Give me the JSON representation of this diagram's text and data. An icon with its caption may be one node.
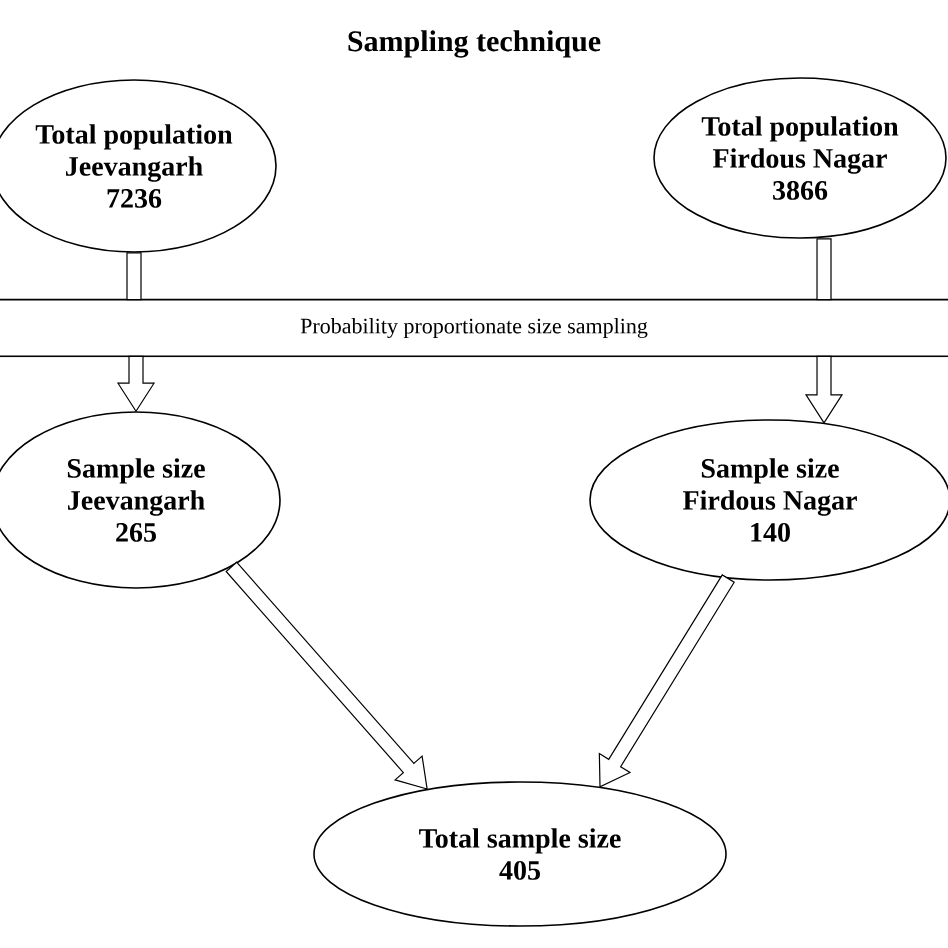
{
  "diagram": {
    "title": "Sampling technique",
    "nodes": [
      {
        "text": [
          "Total population",
          "Jeevangarh",
          "7236"
        ]
      },
      {
        "text": [
          "Total population",
          "Firdous Nagar",
          "3866"
        ]
      },
      {
        "text": [
          "Probability proportionate size sampling"
        ]
      },
      {
        "text": [
          "Sample size",
          "Jeevangarh",
          "265"
        ]
      },
      {
        "text": [
          "Sample size",
          "Firdous Nagar",
          "140"
        ]
      },
      {
        "text": [
          "Total sample size",
          "405"
        ]
      }
    ],
    "edges": [
      {
        "from": 0,
        "to": 2,
        "arrow": "none",
        "color": "#000000"
      },
      {
        "from": 1,
        "to": 2,
        "arrow": "none",
        "color": "#000000"
      },
      {
        "from": 2,
        "to": 3,
        "arrow": "to",
        "color": "#000000"
      },
      {
        "from": 2,
        "to": 4,
        "arrow": "to",
        "color": "#000000"
      },
      {
        "from": 3,
        "to": 5,
        "arrow": "to",
        "color": "#000000"
      },
      {
        "from": 4,
        "to": 5,
        "arrow": "to",
        "color": "#000000"
      }
    ]
  }
}
